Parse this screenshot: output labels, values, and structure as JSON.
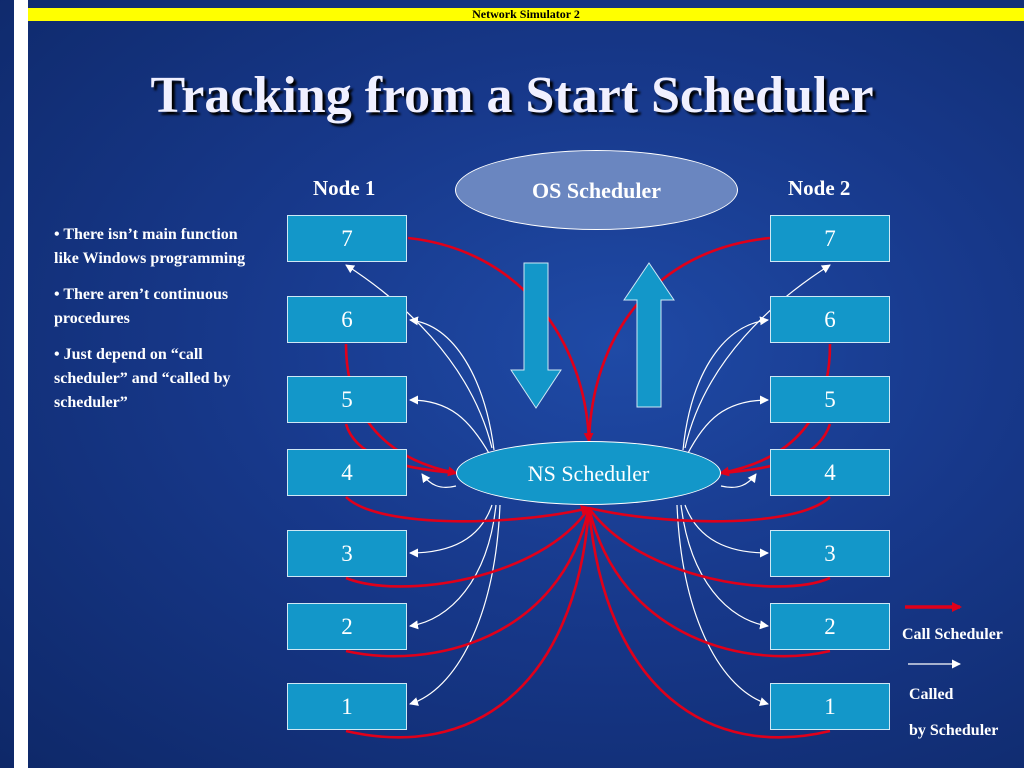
{
  "header": {
    "banner": "Network Simulator 2"
  },
  "slide": {
    "title": "Tracking from a Start Scheduler"
  },
  "diagram": {
    "node1_label": "Node 1",
    "node2_label": "Node 2",
    "os_scheduler": "OS Scheduler",
    "ns_scheduler": "NS Scheduler",
    "node1_boxes": [
      "7",
      "6",
      "5",
      "4",
      "3",
      "2",
      "1"
    ],
    "node2_boxes": [
      "7",
      "6",
      "5",
      "4",
      "3",
      "2",
      "1"
    ]
  },
  "bullets": [
    "• There isn’t main function like Windows programming",
    "•  There aren’t continuous procedures",
    "• Just depend on “call scheduler” and “called by scheduler”"
  ],
  "legend": {
    "call": "Call Scheduler",
    "called_line1": "Called",
    "called_line2": "by Scheduler"
  },
  "colors": {
    "call_arrow": "#e0001a",
    "called_arrow": "#ffffff",
    "box_fill": "#1397c9",
    "banner": "#ffff00"
  }
}
